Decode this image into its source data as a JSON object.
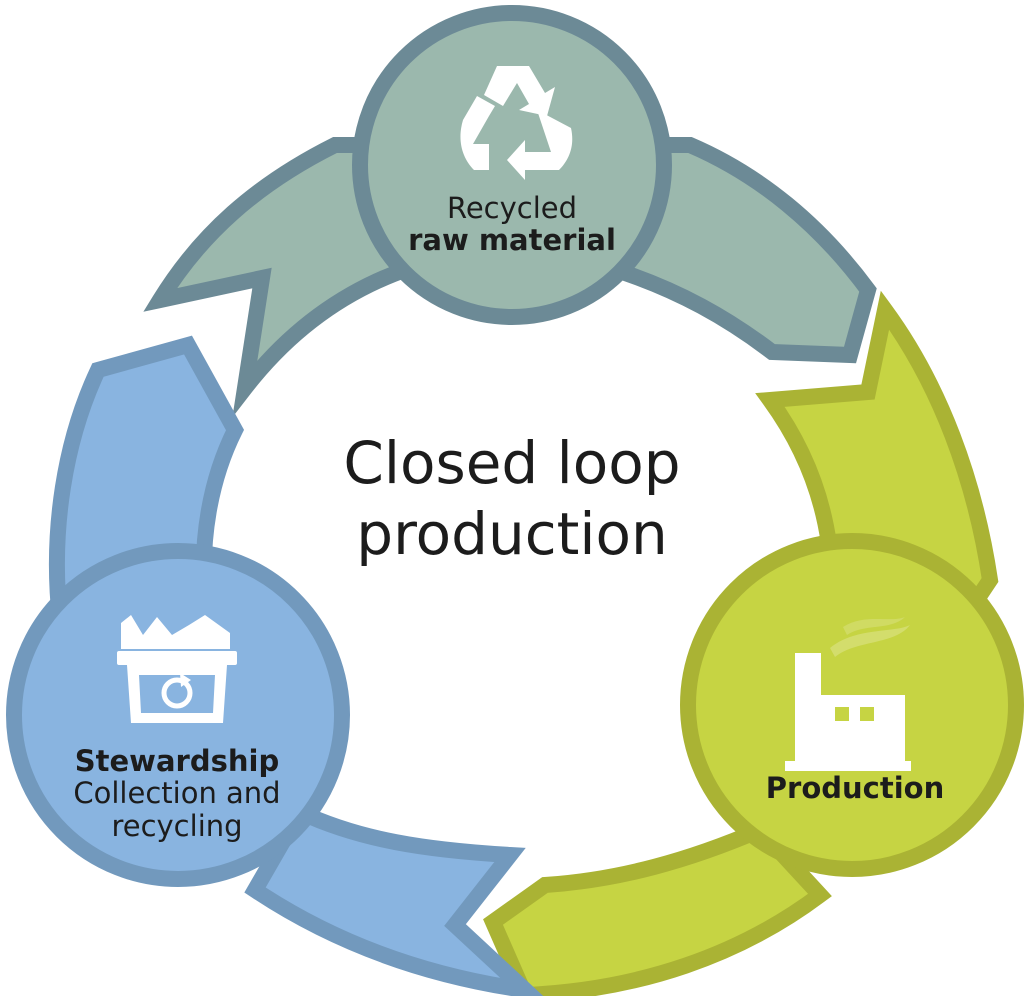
{
  "diagram": {
    "type": "cycle",
    "title_line1": "Closed loop",
    "title_line2": "production",
    "colors": {
      "top_fill": "#9bb8ad",
      "top_stroke": "#6c8a96",
      "right_fill": "#c6d443",
      "right_stroke": "#aab334",
      "left_fill": "#89b4e0",
      "left_stroke": "#7299bd",
      "icon": "#ffffff",
      "text": "#1c1c1c"
    },
    "nodes": [
      {
        "id": "recycled",
        "icon": "recycle-icon",
        "line1": "Recycled",
        "line2": "raw material"
      },
      {
        "id": "production",
        "icon": "factory-icon",
        "line1": "Production"
      },
      {
        "id": "stewardship",
        "icon": "recycling-bin-icon",
        "line1": "Stewardship",
        "line2": "Collection and",
        "line3": "recycling"
      }
    ],
    "flow": [
      "Recycled raw material",
      "Production",
      "Stewardship Collection and recycling",
      "Recycled raw material"
    ]
  }
}
